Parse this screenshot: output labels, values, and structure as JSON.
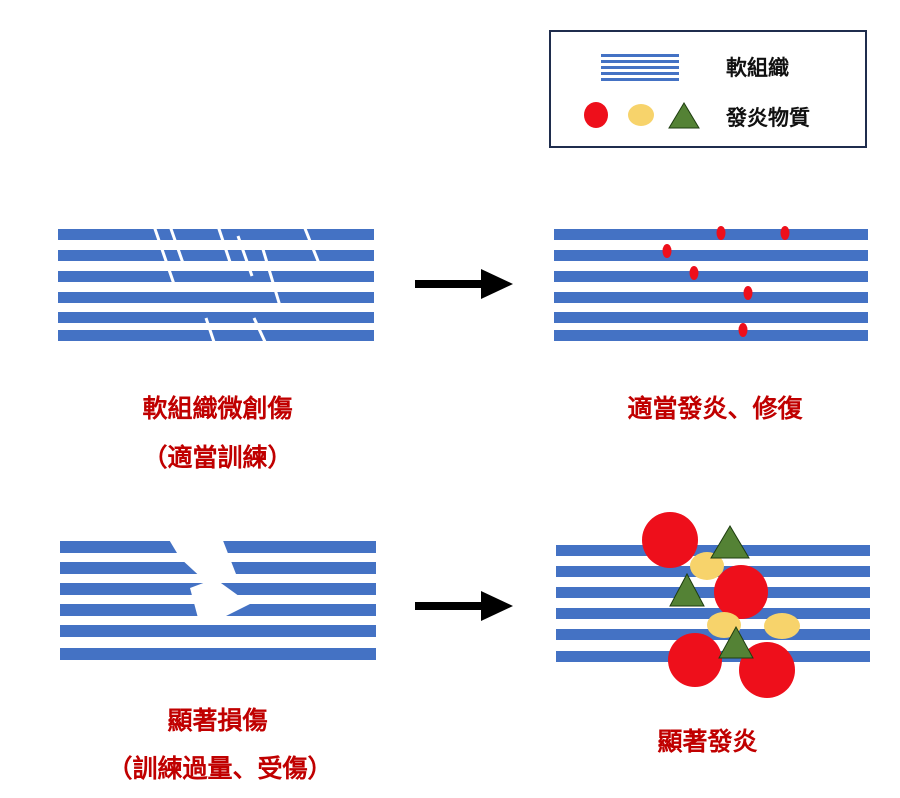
{
  "legend": {
    "soft_tissue_label": "軟組織",
    "inflammatory_label": "發炎物質"
  },
  "panels": {
    "micro_trauma": {
      "title": "軟組織微創傷",
      "subtitle": "（適當訓練）"
    },
    "proper_inflammation": {
      "title": "適當發炎、修復"
    },
    "significant_injury": {
      "title": "顯著損傷",
      "subtitle": "（訓練過量、受傷）"
    },
    "significant_inflammation": {
      "title": "顯著發炎"
    }
  },
  "colors": {
    "tissue_stripe": "#4472c4",
    "red_marker": "#ee0f1b",
    "yellow_marker": "#f7d36b",
    "green_marker": "#548235",
    "caption": "#c00000",
    "arrow": "#000000",
    "legend_border": "#1f2d4d"
  }
}
